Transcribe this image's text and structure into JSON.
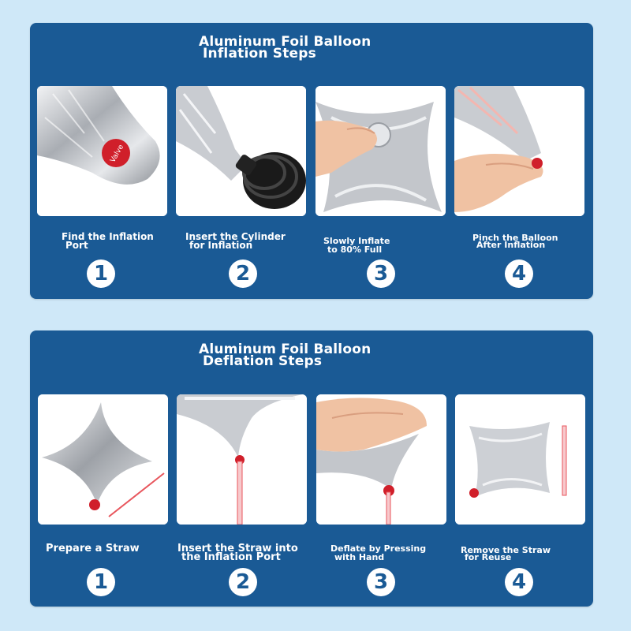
{
  "inflation": {
    "title_line1": "Aluminum Foil Balloon",
    "title_line2": "Inflation Steps",
    "steps": [
      {
        "line1": "Find the Inflation",
        "line2": "Port",
        "number": "1"
      },
      {
        "line1": "Insert the Cylinder",
        "line2": "for Inflation",
        "number": "2"
      },
      {
        "line1": "Slowly Inflate",
        "line2": "to 80% Full",
        "number": "3"
      },
      {
        "line1": "Pinch the Balloon",
        "line2": "After Inflation",
        "number": "4"
      }
    ]
  },
  "deflation": {
    "title_line1": "Aluminum Foil Balloon",
    "title_line2": "Deflation Steps",
    "steps": [
      {
        "line1": "Prepare a Straw",
        "line2": "",
        "number": "1"
      },
      {
        "line1": "Insert the Straw into",
        "line2": "the Inflation Port",
        "number": "2"
      },
      {
        "line1": "Deflate by Pressing",
        "line2": "with Hand",
        "number": "3"
      },
      {
        "line1": "Remove the Straw",
        "line2": "for Reuse",
        "number": "4"
      }
    ]
  },
  "photo_text": {
    "valve_label": "Valve"
  },
  "colors": {
    "page_background": "#cfe8f8",
    "panel_blue": "#1a5a95",
    "valve_red": "#d01f2a",
    "foil_silver": "#c9ccd1"
  }
}
